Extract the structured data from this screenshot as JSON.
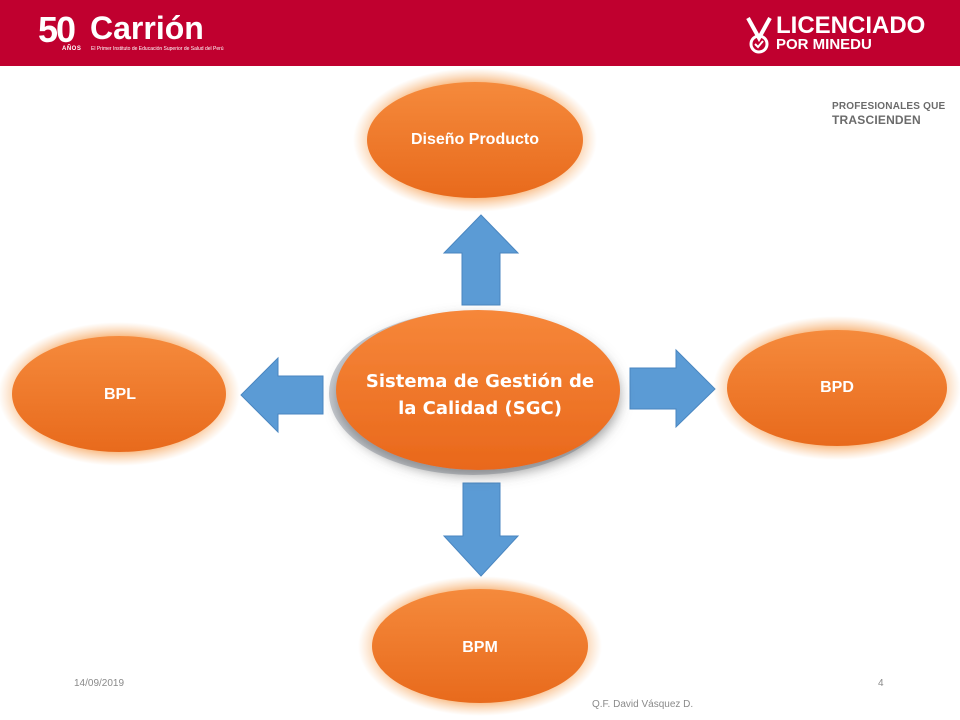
{
  "header": {
    "logo_number": "50",
    "logo_years": "AÑOS",
    "logo_name": "Carrión",
    "logo_tagline": "El Primer Instituto de Educación Superior de Salud del Perú",
    "badge_title": "LICENCIADO",
    "badge_subtitle": "POR MINEDU"
  },
  "slogan": {
    "line1": "PROFESIONALES QUE",
    "line2": "TRASCIENDEN"
  },
  "diagram": {
    "center": "Sistema de Gestión de la Calidad (SGC)",
    "top": "Diseño Producto",
    "left": "BPL",
    "right": "BPD",
    "bottom": "BPM"
  },
  "footer": {
    "date": "14/09/2019",
    "page_number": "4",
    "author": "Q.F. David Vásquez D."
  },
  "colors": {
    "header_red": "#c0002f",
    "node_orange": "#ee7424",
    "arrow_blue": "#5b9bd5",
    "center_text": "#ffffff"
  }
}
